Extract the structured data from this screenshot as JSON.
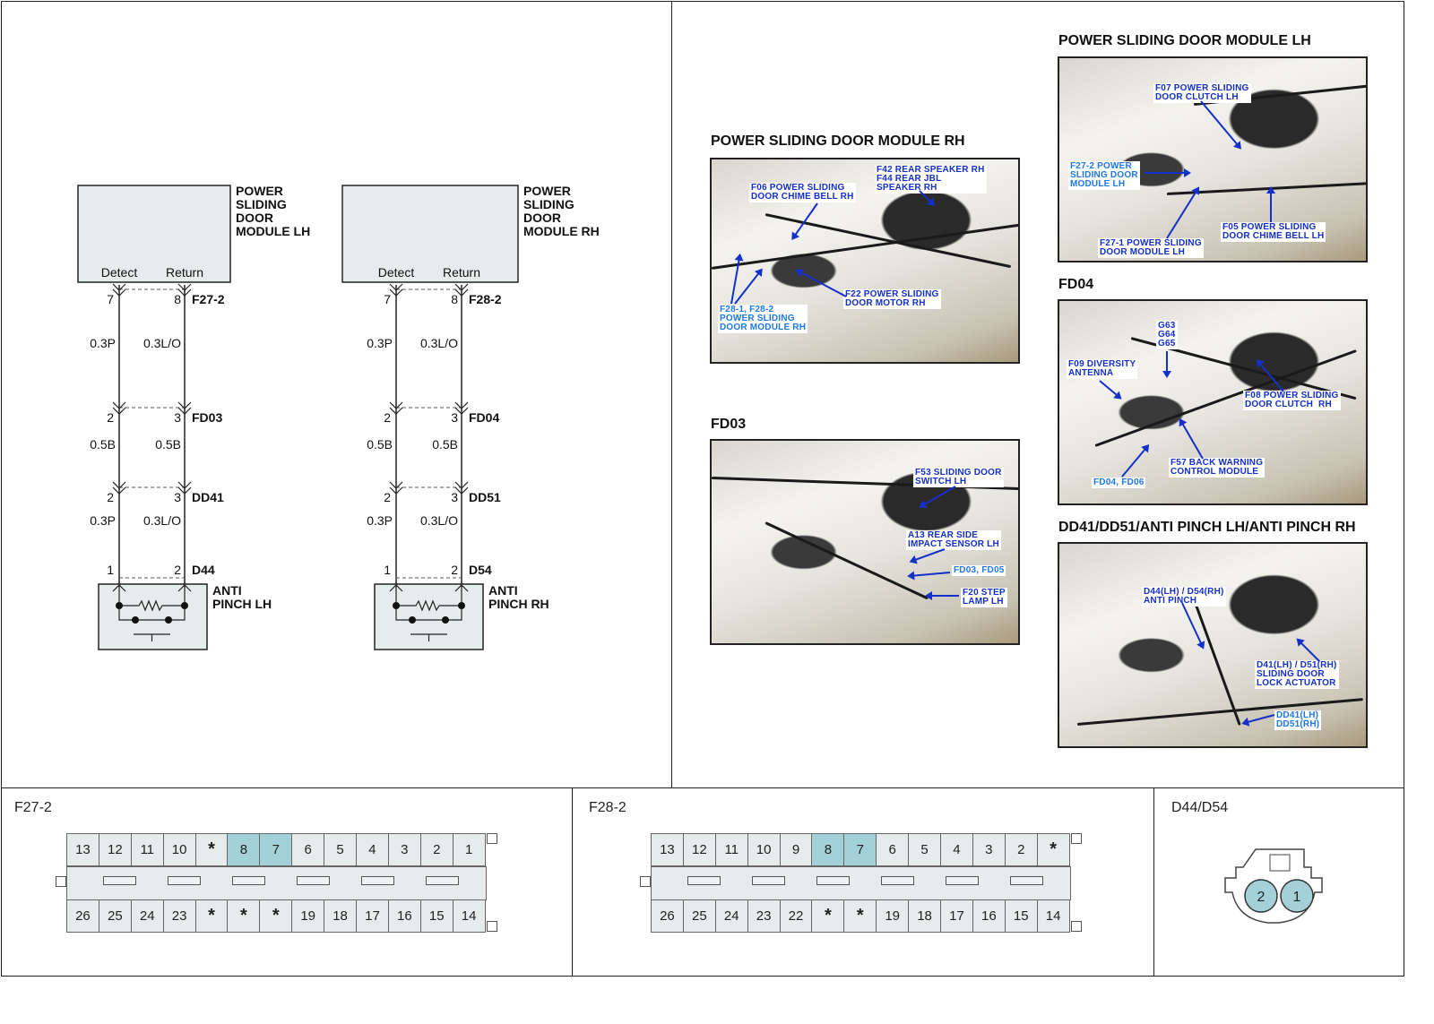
{
  "schematic": {
    "circuits": [
      {
        "module": [
          "POWER",
          "SLIDING",
          "DOOR",
          "MODULE LH"
        ],
        "detect": "Detect",
        "return": "Return",
        "top_connector": "F27-2",
        "top_pins": [
          "7",
          "8"
        ],
        "wire1": [
          "0.3P",
          "0.3L/O"
        ],
        "mid1": {
          "name": "FD03",
          "pins": [
            "2",
            "3"
          ]
        },
        "wire2": [
          "0.5B",
          "0.5B"
        ],
        "mid2": {
          "name": "DD41",
          "pins": [
            "2",
            "3"
          ]
        },
        "wire3": [
          "0.3P",
          "0.3L/O"
        ],
        "bottom": {
          "name": "D44",
          "pins": [
            "1",
            "2"
          ]
        },
        "device": [
          "ANTI",
          "PINCH LH"
        ]
      },
      {
        "module": [
          "POWER",
          "SLIDING",
          "DOOR",
          "MODULE RH"
        ],
        "detect": "Detect",
        "return": "Return",
        "top_connector": "F28-2",
        "top_pins": [
          "7",
          "8"
        ],
        "wire1": [
          "0.3P",
          "0.3L/O"
        ],
        "mid1": {
          "name": "FD04",
          "pins": [
            "2",
            "3"
          ]
        },
        "wire2": [
          "0.5B",
          "0.5B"
        ],
        "mid2": {
          "name": "DD51",
          "pins": [
            "2",
            "3"
          ]
        },
        "wire3": [
          "0.3P",
          "0.3L/O"
        ],
        "bottom": {
          "name": "D54",
          "pins": [
            "1",
            "2"
          ]
        },
        "device": [
          "ANTI",
          "PINCH RH"
        ]
      }
    ]
  },
  "photos": {
    "rh": {
      "title": "POWER SLIDING DOOR MODULE RH",
      "callouts": [
        "F42 REAR SPEAKER RH\nF44 REAR JBL\nSPEAKER RH",
        "F06 POWER SLIDING\nDOOR CHIME BELL RH",
        "F22 POWER SLIDING\nDOOR MOTOR RH",
        "F28-1, F28-2\nPOWER SLIDING\nDOOR MODULE RH"
      ]
    },
    "lh": {
      "title": "POWER SLIDING DOOR MODULE  LH",
      "callouts": [
        "F07 POWER SLIDING\nDOOR CLUTCH LH",
        "F27-2 POWER\nSLIDING DOOR\nMODULE LH",
        "F05 POWER SLIDING\nDOOR CHIME BELL LH",
        "F27-1 POWER SLIDING\nDOOR MODULE LH"
      ]
    },
    "fd03": {
      "title": "FD03",
      "callouts": [
        "F53 SLIDING DOOR\nSWITCH LH",
        "A13 REAR SIDE\nIMPACT SENSOR LH",
        "FD03, FD05",
        "F20 STEP\nLAMP LH"
      ]
    },
    "fd04": {
      "title": "FD04",
      "callouts": [
        "G63\nG64\nG65",
        "F09 DIVERSITY\nANTENNA",
        "F08 POWER SLIDING\nDOOR CLUTCH  RH",
        "F57 BACK WARNING\nCONTROL MODULE",
        "FD04, FD06"
      ]
    },
    "dd": {
      "title": "DD41/DD51/ANTI PINCH LH/ANTI PINCH RH",
      "callouts": [
        "D44(LH) / D54(RH)\nANTI PINCH",
        "D41(LH) / D51(RH)\nSLIDING DOOR\nLOCK ACTUATOR",
        "DD41(LH)\nDD51(RH)"
      ]
    }
  },
  "connectors": {
    "f27": {
      "label": "F27-2",
      "top": [
        "13",
        "12",
        "11",
        "10",
        "*",
        "8",
        "7",
        "6",
        "5",
        "4",
        "3",
        "2",
        "1"
      ],
      "bottom": [
        "26",
        "25",
        "24",
        "23",
        "*",
        "*",
        "*",
        "19",
        "18",
        "17",
        "16",
        "15",
        "14"
      ],
      "highlight": [
        "8",
        "7"
      ]
    },
    "f28": {
      "label": "F28-2",
      "top": [
        "13",
        "12",
        "11",
        "10",
        "9",
        "8",
        "7",
        "6",
        "5",
        "4",
        "3",
        "2",
        "*"
      ],
      "bottom": [
        "26",
        "25",
        "24",
        "23",
        "22",
        "*",
        "*",
        "19",
        "18",
        "17",
        "16",
        "15",
        "14"
      ],
      "highlight": [
        "8",
        "7"
      ]
    },
    "d44": {
      "label": "D44/D54",
      "pins": [
        "2",
        "1"
      ]
    }
  },
  "colors": {
    "pin_highlight": "#a4d0d8",
    "callout_text": "#1430c8",
    "module_fill": "#e6ecec"
  }
}
